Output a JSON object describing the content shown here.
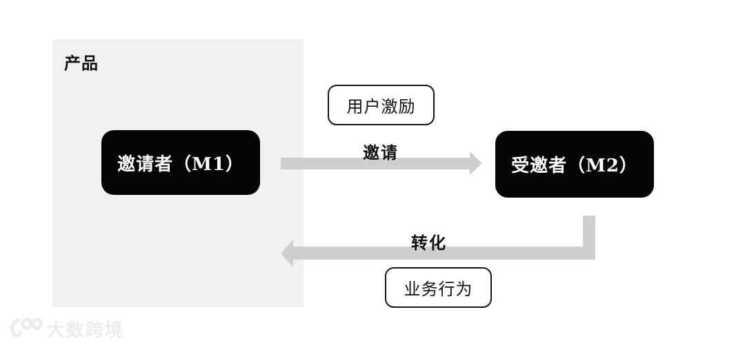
{
  "diagram": {
    "panel_label": "产品",
    "nodes": {
      "inviter_label": "邀请者（M1）",
      "invitee_label": "受邀者（M2）"
    },
    "arrows": {
      "invite_label": "邀请",
      "convert_label": "转化"
    },
    "callouts": {
      "incentive_label": "用户激励",
      "business_label": "业务行为"
    },
    "watermark": {
      "logo": "100-logo",
      "text": "大数跨境"
    },
    "colors": {
      "page_bg": "#ffffff",
      "panel_bg": "#f1f1f0",
      "node_bg": "#050505",
      "node_text": "#ffffff",
      "arrow": "#cfcfcf",
      "callout_bg": "#ffffff",
      "callout_border": "#141414",
      "label_text": "#111111",
      "watermark": "#edecea"
    }
  }
}
